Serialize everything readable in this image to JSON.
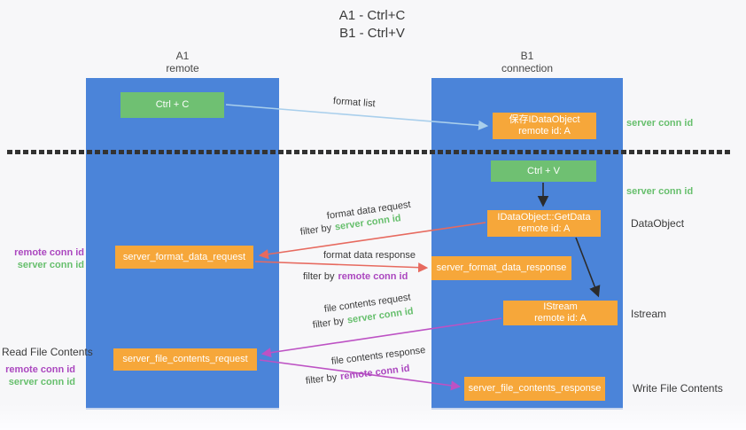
{
  "title": {
    "line1": "A1 - Ctrl+C",
    "line2": "B1 - Ctrl+V"
  },
  "columns": {
    "left": {
      "name": "A1",
      "role": "remote"
    },
    "right": {
      "name": "B1",
      "role": "connection"
    }
  },
  "boxes": {
    "ctrl_c": {
      "label": "Ctrl + C"
    },
    "save_idataobject": {
      "line1": "保存IDataObject",
      "line2": "remote id: A"
    },
    "ctrl_v": {
      "label": "Ctrl + V"
    },
    "getdata": {
      "line1": "IDataObject::GetData",
      "line2": "remote id: A"
    },
    "format_request": {
      "label": "server_format_data_request"
    },
    "format_response": {
      "label": "server_format_data_response"
    },
    "istream": {
      "line1": "IStream",
      "line2": "remote id: A"
    },
    "file_request": {
      "label": "server_file_contents_request"
    },
    "file_response": {
      "label": "server_file_contents_response"
    }
  },
  "flow_labels": {
    "format_list": "format list",
    "format_data_request": "format data request",
    "format_data_response": "format data response",
    "file_contents_request": "file contents request",
    "file_contents_response": "file contents response",
    "filter_by": "filter by",
    "server_conn_id": "server conn id",
    "remote_conn_id": "remote conn id"
  },
  "side_labels": {
    "server_conn_id_top": "server conn id",
    "server_conn_id_mid": "server conn id",
    "dataobject": "DataObject",
    "istream": "Istream",
    "write_file_contents": "Write File Contents",
    "read_file_contents": "Read File Contents",
    "remote_conn_id": "remote conn id",
    "server_conn_id": "server conn id"
  },
  "colors": {
    "column_blue": "#4b84d9",
    "box_green": "#6fc072",
    "box_orange": "#f6a73a",
    "arrow_light_blue": "#a9cfec",
    "arrow_red": "#e76a5f",
    "arrow_magenta": "#bd52c4",
    "arrow_black": "#2b2b2b",
    "text_green": "#67bf6d",
    "text_purple": "#ab47bf"
  }
}
